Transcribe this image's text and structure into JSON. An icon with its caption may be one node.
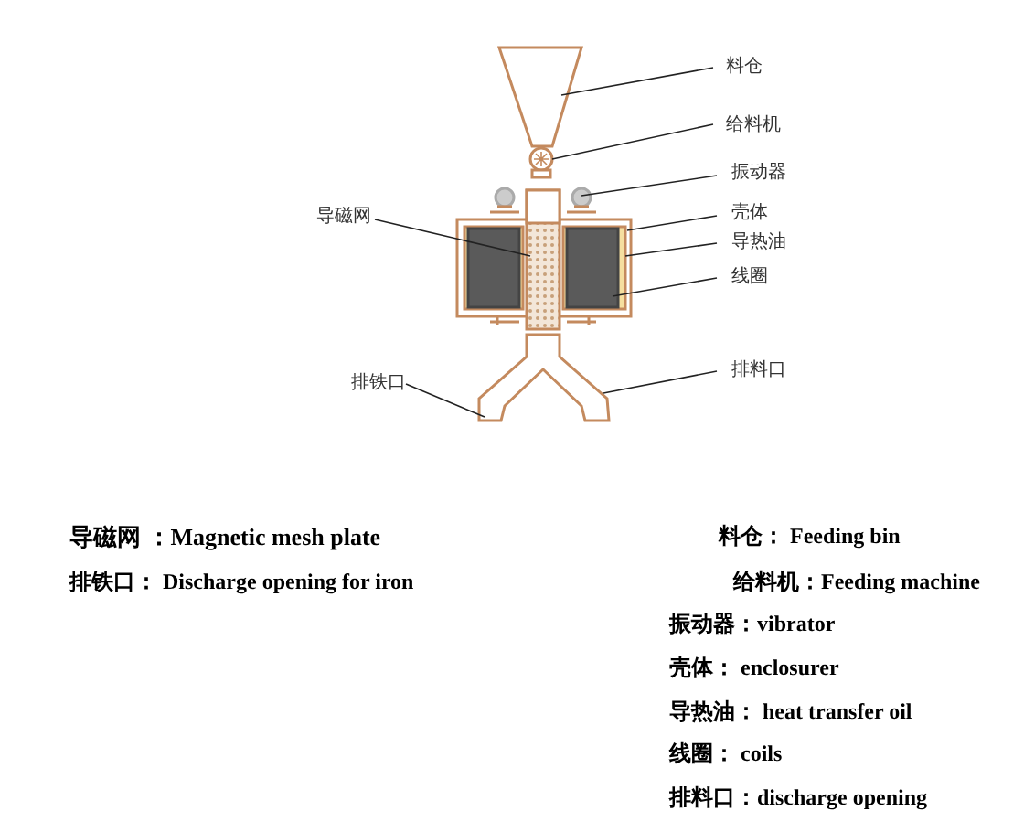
{
  "diagram": {
    "nodes": [
      {
        "text": [
          "料仓"
        ]
      },
      {
        "text": [
          "给料机"
        ]
      },
      {
        "text": [
          "振动器"
        ]
      },
      {
        "text": [
          "壳体"
        ]
      },
      {
        "text": [
          "导热油"
        ]
      },
      {
        "text": [
          "线圈"
        ]
      },
      {
        "text": [
          "排料口"
        ]
      },
      {
        "text": [
          "导磁网"
        ]
      },
      {
        "text": [
          "排铁口"
        ]
      }
    ],
    "edges": [
      {
        "from": 0,
        "to": null,
        "arrow": "none"
      },
      {
        "from": 1,
        "to": null,
        "arrow": "none"
      },
      {
        "from": 2,
        "to": null,
        "arrow": "none"
      },
      {
        "from": 3,
        "to": null,
        "arrow": "none"
      },
      {
        "from": 4,
        "to": null,
        "arrow": "none"
      },
      {
        "from": 5,
        "to": null,
        "arrow": "none"
      },
      {
        "from": 6,
        "to": null,
        "arrow": "none"
      },
      {
        "from": 7,
        "to": null,
        "arrow": "none"
      },
      {
        "from": 8,
        "to": null,
        "arrow": "none"
      }
    ],
    "labels": [
      "导磁网 ：Magnetic mesh plate",
      "料仓： Feeding bin",
      "排铁口： Discharge opening for iron",
      "给料机：Feeding machine",
      "振动器：vibrator",
      "壳体： enclosurer",
      "导热油： heat transfer oil",
      "线圈： coils",
      "排料口：discharge opening"
    ]
  }
}
